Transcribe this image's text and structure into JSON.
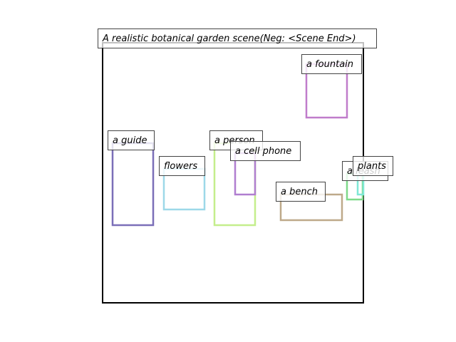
{
  "title": "A realistic botanical garden scene(Neg: <Scene End>)",
  "boxes": [
    {
      "label": "a fountain",
      "color": "#c07ccb"
    },
    {
      "label": "a guide",
      "color": "#7b6fb8"
    },
    {
      "label": "flowers",
      "color": "#9dd8e8"
    },
    {
      "label": "a person",
      "color": "#c4ee8c"
    },
    {
      "label": "a cell phone",
      "color": "#b07ed0"
    },
    {
      "label": "a bench",
      "color": "#bea98a"
    },
    {
      "label": "a leash",
      "color": "#7fd98a"
    },
    {
      "label": "plants",
      "color": "#7fe8d6"
    }
  ]
}
